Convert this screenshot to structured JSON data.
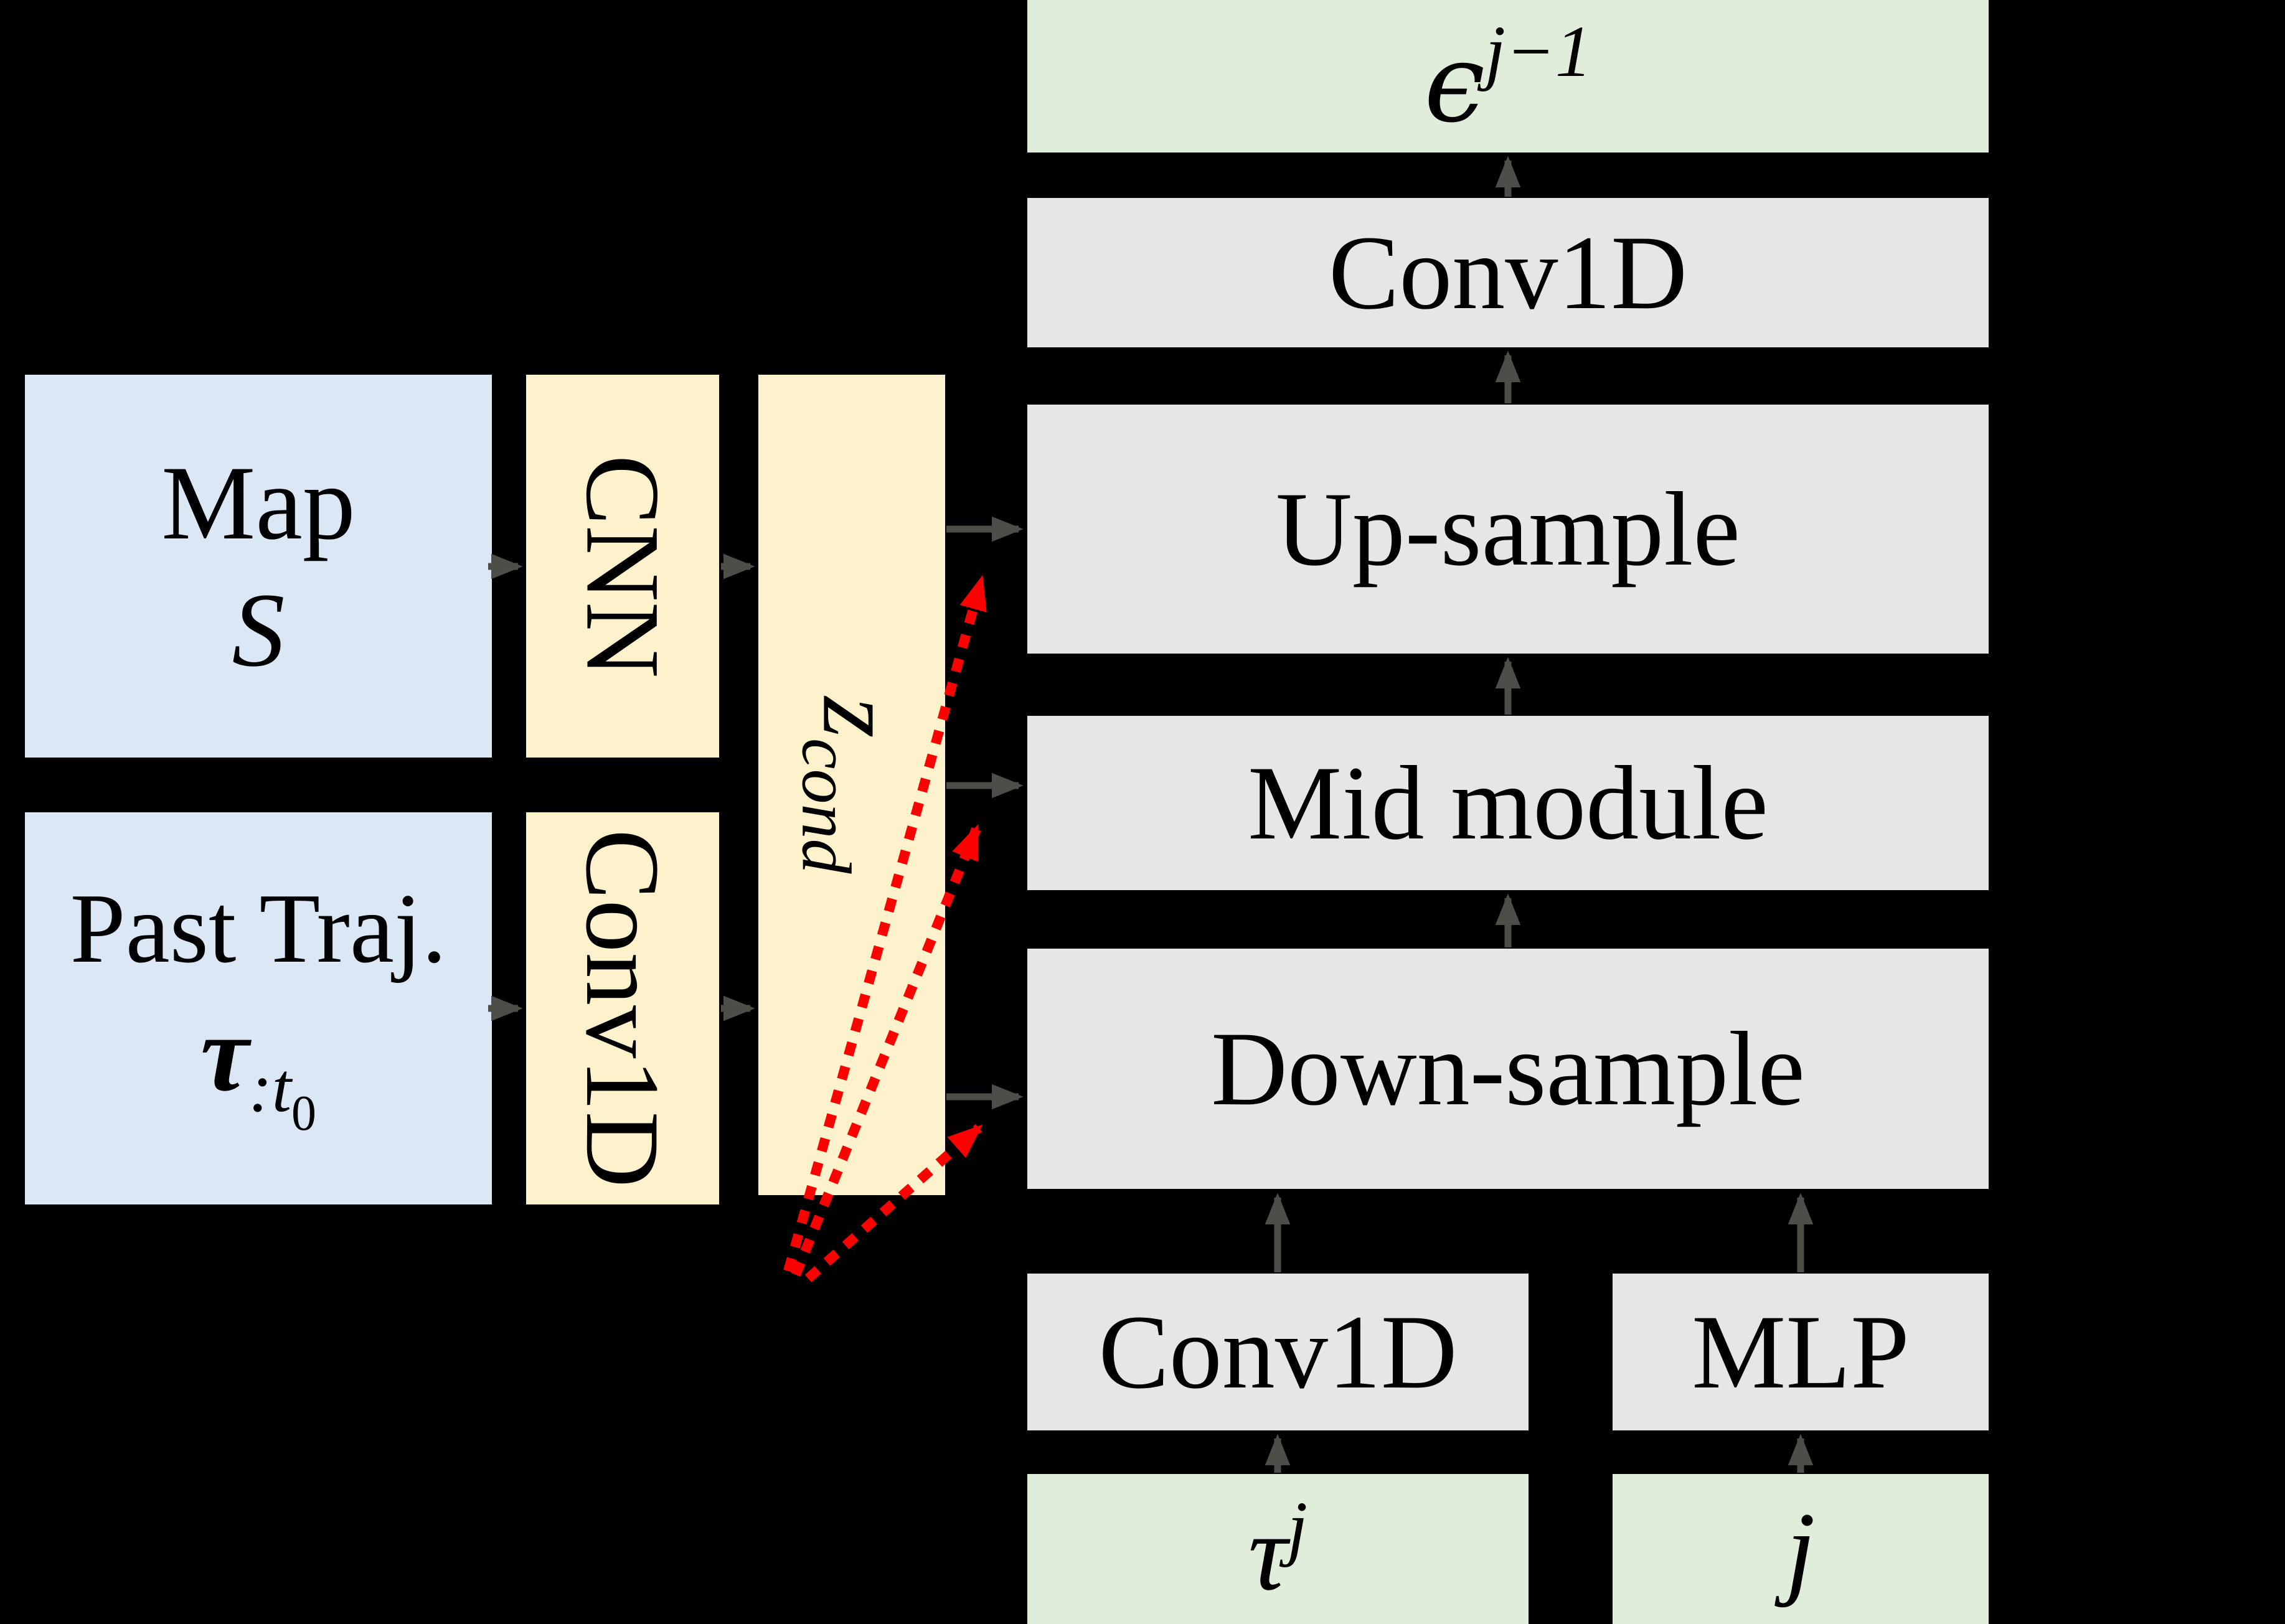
{
  "colors": {
    "background": "#000000",
    "input_box": "#dbe7f5",
    "encoder_box": "#fdf2cb",
    "module_box": "#e6e6e6",
    "io_box": "#e0edda",
    "arrow": "#4e4e49",
    "skip_arrow": "#fb0200"
  },
  "boxes": {
    "map": {
      "line1": "Map",
      "line2": "S"
    },
    "past_traj": {
      "line1": "Past Traj.",
      "tau": "τ",
      "tau_sub": ":t",
      "tau_sub_sub": "0"
    },
    "cnn": {
      "label": "CNN"
    },
    "conv1d_encoder": {
      "label": "Conv1D"
    },
    "z_cond": {
      "base": "z",
      "sub": "cond"
    },
    "epsilon_out": {
      "base": "ϵ",
      "sup": "j−1"
    },
    "conv1d_out": {
      "label": "Conv1D"
    },
    "up_sample": {
      "label": "Up-sample"
    },
    "mid_module": {
      "label": "Mid module"
    },
    "down_sample": {
      "label": "Down-sample"
    },
    "conv1d_in": {
      "label": "Conv1D"
    },
    "mlp": {
      "label": "MLP"
    },
    "tau_in": {
      "base": "τ",
      "sup": "j"
    },
    "j_in": {
      "label": "j"
    }
  }
}
